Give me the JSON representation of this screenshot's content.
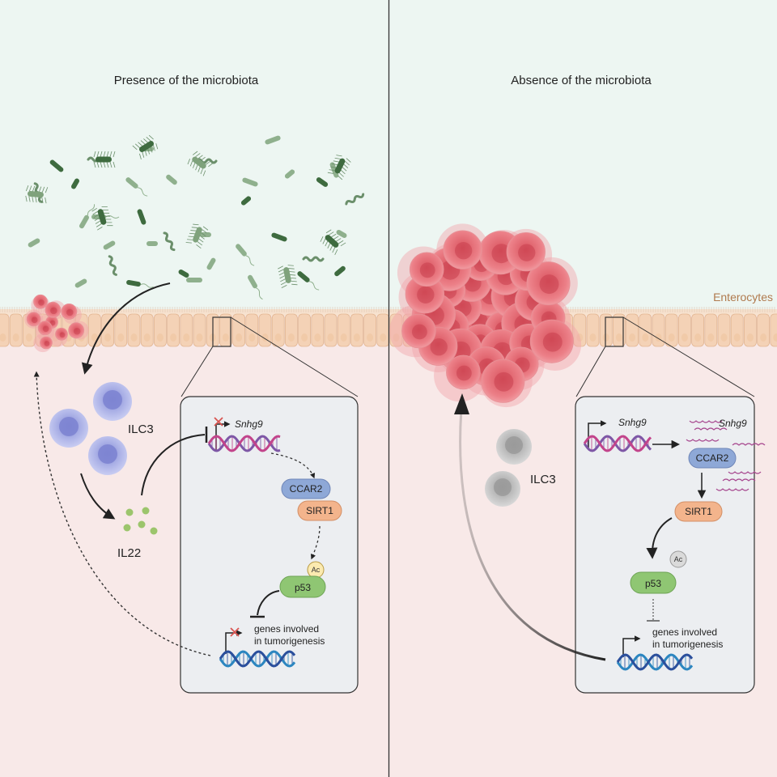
{
  "panels": {
    "left_title": "Presence of the microbiota",
    "right_title": "Absence of the microbiota"
  },
  "labels": {
    "enterocytes": "Enterocytes",
    "ilc3_left": "ILC3",
    "il22": "IL22",
    "ilc3_right": "ILC3"
  },
  "left_box": {
    "gene": "Snhg9",
    "protein1": "CCAR2",
    "protein2": "SIRT1",
    "ac": "Ac",
    "p53": "p53",
    "target_line1": "genes involved",
    "target_line2": "in tumorigenesis"
  },
  "right_box": {
    "gene": "Snhg9",
    "rna_gene": "Snhg9",
    "protein1": "CCAR2",
    "protein2": "SIRT1",
    "ac": "Ac",
    "p53": "p53",
    "target_line1": "genes involved",
    "target_line2": "in tumorigenesis"
  },
  "colors": {
    "lumen": "#edf6f2",
    "tissue": "#f8e9e8",
    "enterocyte": "#f4d2b6",
    "tumor": "#e56f78",
    "ilc3": "#9aa0de",
    "ilc3_inactive": "#b4b4b4",
    "il22": "#9cc56c",
    "bacteria": "#3e6b3f",
    "ccar2": "#8ea8d7",
    "sirt1": "#f3b48c",
    "p53": "#8fc673",
    "ac": "#fbeab0",
    "dna_a": "#7e57a6",
    "dna_b": "#c2448b",
    "dna_c": "#2c86c0",
    "dna_d": "#2b4f9c"
  },
  "icons": [
    "bacteria-icon",
    "tumor-icon",
    "ilc3-cell-icon",
    "il22-dot-icon",
    "dna-icon",
    "promoter-arrow-icon",
    "block-x-icon",
    "inhibition-icon",
    "rna-strand-icon"
  ]
}
